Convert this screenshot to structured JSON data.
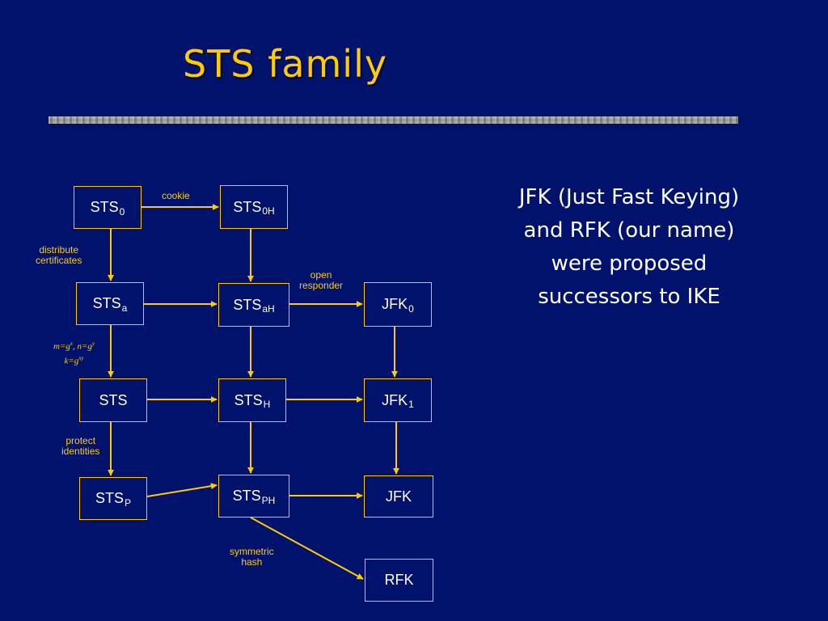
{
  "title": "STS family",
  "nodes": {
    "sts0": {
      "base": "STS",
      "sub": "0"
    },
    "sts0h": {
      "base": "STS",
      "sub": "0H"
    },
    "stsa": {
      "base": "STS",
      "sub": "a"
    },
    "stsah": {
      "base": "STS",
      "sub": "aH"
    },
    "jfk0": {
      "base": "JFK",
      "sub": "0"
    },
    "sts": {
      "base": "STS",
      "sub": ""
    },
    "stsh": {
      "base": "STS",
      "sub": "H"
    },
    "jfk1": {
      "base": "JFK",
      "sub": "1"
    },
    "stsp": {
      "base": "STS",
      "sub": "P"
    },
    "stsph": {
      "base": "STS",
      "sub": "PH"
    },
    "jfk": {
      "base": "JFK",
      "sub": ""
    },
    "rfk": {
      "base": "RFK",
      "sub": ""
    }
  },
  "edge_labels": {
    "cookie": "cookie",
    "distribute": [
      "distribute",
      "certificates"
    ],
    "open_responder": [
      "open",
      "responder"
    ],
    "protect_identities": [
      "protect",
      "identities"
    ],
    "symmetric_hash": [
      "symmetric",
      "hash"
    ]
  },
  "math_label": {
    "line1": {
      "m": "m=g",
      "m_sup": "x",
      "n": ", n=g",
      "n_sup": "y"
    },
    "line2": {
      "k": "k=g",
      "k_sup": "xy"
    }
  },
  "description": [
    "JFK (Just Fast Keying)",
    "and RFK (our name)",
    "were proposed",
    "successors to IKE"
  ],
  "colors": {
    "background": "#00126b",
    "accent": "#ffcc00",
    "text": "#ffffff"
  }
}
